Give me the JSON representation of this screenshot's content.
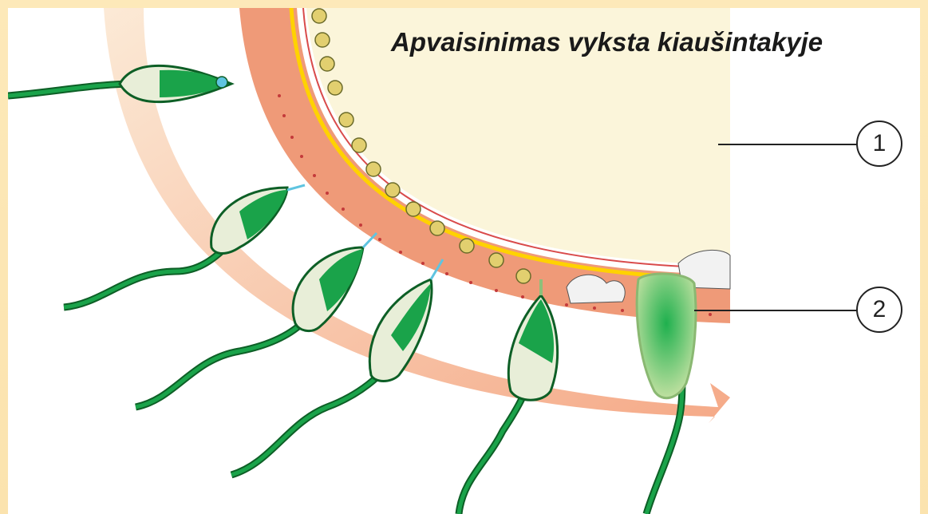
{
  "diagram": {
    "title": "Apvaisinimas vyksta kiaušintakyje",
    "labels": [
      {
        "id": 1,
        "text": "1"
      },
      {
        "id": 2,
        "text": "2"
      }
    ]
  },
  "colors": {
    "egg_cytoplasm": "#fbf5da",
    "zona_pellucida": "#ef9a78",
    "yellow_membrane": "#ffd200",
    "sperm_green": "#1aa34a",
    "sperm_outline": "#0d5f26",
    "arrow_peach": "#f6b68f",
    "cortical_granule": "#e2cf6f"
  }
}
